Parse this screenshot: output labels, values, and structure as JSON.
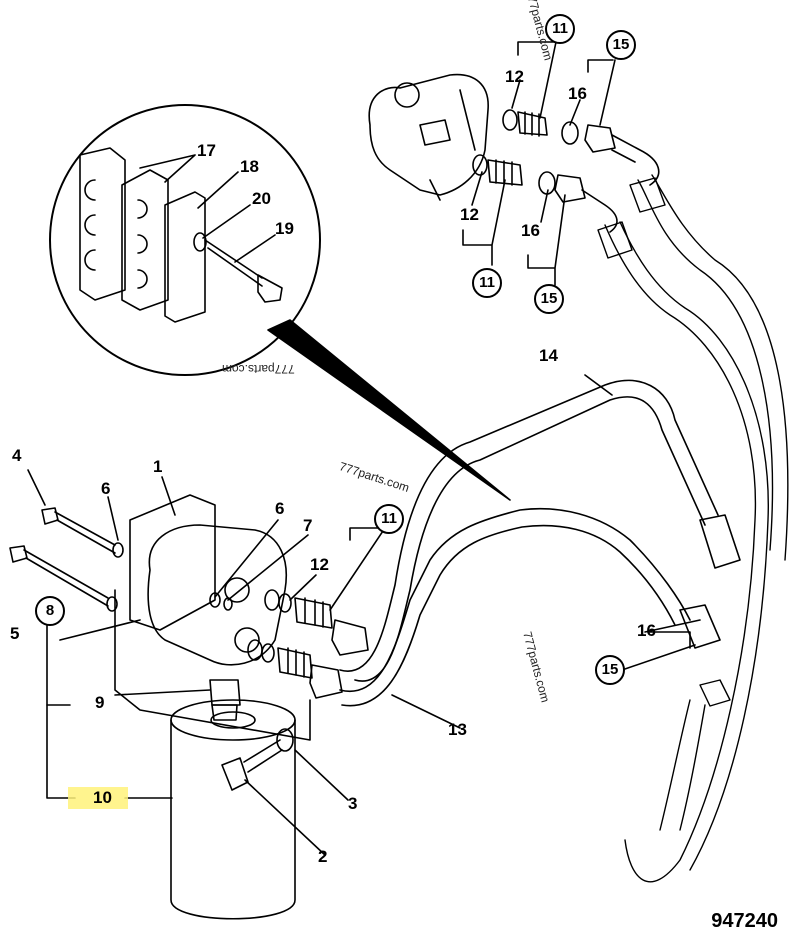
{
  "labels": {
    "l1": "1",
    "l2": "2",
    "l3": "3",
    "l4": "4",
    "l5": "5",
    "l6a": "6",
    "l6b": "6",
    "l7": "7",
    "l8": "8",
    "l9": "9",
    "l10": "10",
    "l11a": "11",
    "l11b": "11",
    "l11c": "11",
    "l12a": "12",
    "l12b": "12",
    "l12c": "12",
    "l13": "13",
    "l14": "14",
    "l15a": "15",
    "l15b": "15",
    "l15c": "15",
    "l16a": "16",
    "l16b": "16",
    "l16c": "16",
    "l17": "17",
    "l18": "18",
    "l19": "19",
    "l20": "20"
  },
  "watermarks": {
    "w1": "777parts.com",
    "w2": "777parts.com",
    "w3": "777parts.com",
    "w4": "777parts.com"
  },
  "document_number": "947240",
  "highlight_color": "#fff27a"
}
